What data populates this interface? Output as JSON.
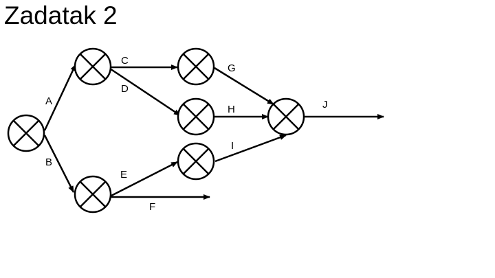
{
  "title": "Zadatak 2",
  "diagram": {
    "nodes": [
      {
        "id": "n1"
      },
      {
        "id": "n2"
      },
      {
        "id": "n3"
      },
      {
        "id": "n4"
      },
      {
        "id": "n5"
      },
      {
        "id": "n6"
      },
      {
        "id": "n7"
      }
    ],
    "edges": [
      {
        "from": "n1",
        "to": "n2",
        "label": "A"
      },
      {
        "from": "n1",
        "to": "n3",
        "label": "B"
      },
      {
        "from": "n2",
        "to": "n4",
        "label": "C"
      },
      {
        "from": "n2",
        "to": "n5",
        "label": "D"
      },
      {
        "from": "n3",
        "to": "n6",
        "label": "E"
      },
      {
        "from": "n3",
        "to": null,
        "label": "F"
      },
      {
        "from": "n4",
        "to": "n7",
        "label": "G"
      },
      {
        "from": "n5",
        "to": "n7",
        "label": "H"
      },
      {
        "from": "n6",
        "to": "n7",
        "label": "I"
      },
      {
        "from": "n7",
        "to": null,
        "label": "J"
      }
    ]
  }
}
